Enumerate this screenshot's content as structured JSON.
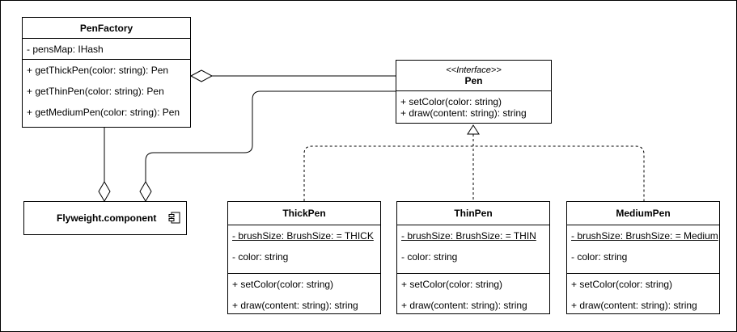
{
  "diagram": {
    "pen_factory": {
      "name": "PenFactory",
      "attributes": [
        "- pensMap: IHash"
      ],
      "methods": [
        "+ getThickPen(color: string): Pen",
        "+ getThinPen(color: string): Pen",
        "+ getMediumPen(color: string): Pen"
      ]
    },
    "pen_interface": {
      "stereotype": "<<Interface>>",
      "name": "Pen",
      "methods": [
        "+ setColor(color: string)",
        "+ draw(content: string): string"
      ]
    },
    "thick_pen": {
      "name": "ThickPen",
      "static_attribute": "- brushSize: BrushSize: = THICK",
      "attribute": "- color: string",
      "methods": [
        "+ setColor(color: string)",
        "+ draw(content: string): string"
      ]
    },
    "thin_pen": {
      "name": "ThinPen",
      "static_attribute": "- brushSize: BrushSize: = THIN",
      "attribute": "- color: string",
      "methods": [
        "+ setColor(color: string)",
        "+ draw(content: string): string"
      ]
    },
    "medium_pen": {
      "name": "MediumPen",
      "static_attribute": "- brushSize: BrushSize: = Medium",
      "attribute": "- color: string",
      "methods": [
        "+ setColor(color: string)",
        "+ draw(content: string): string"
      ]
    },
    "flyweight_component": {
      "name": "Flyweight.component",
      "icon": "component-icon"
    },
    "colors": {
      "line": "#000000",
      "background": "#ffffff"
    }
  }
}
